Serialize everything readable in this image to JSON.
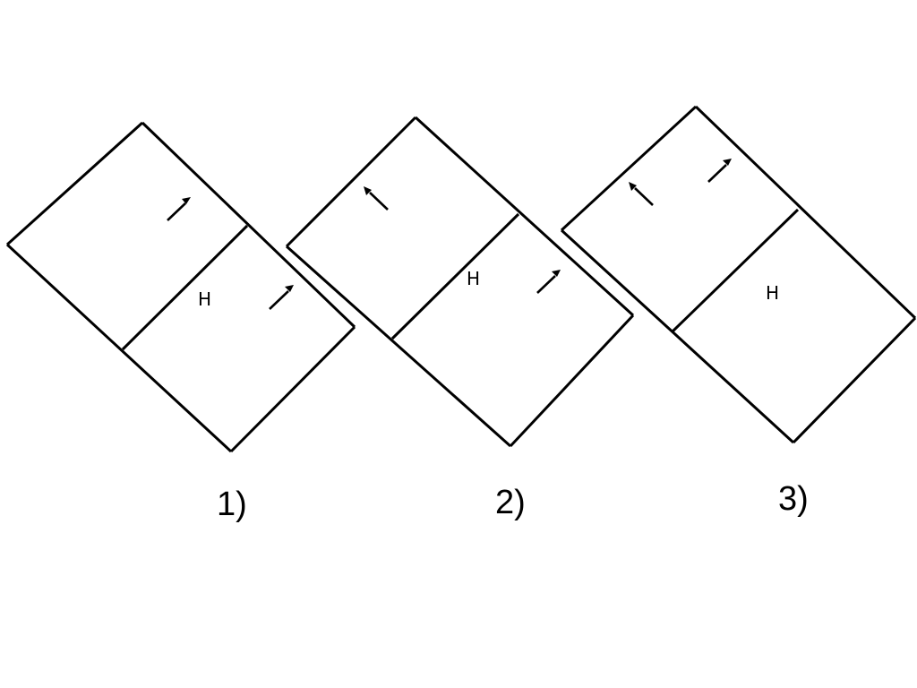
{
  "panels": [
    {
      "number_label": "1)",
      "region_label": "H",
      "arrows": [
        {
          "direction": "up-right"
        },
        {
          "direction": "up-right"
        }
      ]
    },
    {
      "number_label": "2)",
      "region_label": "H",
      "arrows": [
        {
          "direction": "up-left"
        },
        {
          "direction": "up-right"
        }
      ]
    },
    {
      "number_label": "3)",
      "region_label": "H",
      "arrows": [
        {
          "direction": "up-left"
        },
        {
          "direction": "up-right"
        }
      ]
    }
  ],
  "colors": {
    "line": "#000000",
    "background": "#ffffff"
  }
}
